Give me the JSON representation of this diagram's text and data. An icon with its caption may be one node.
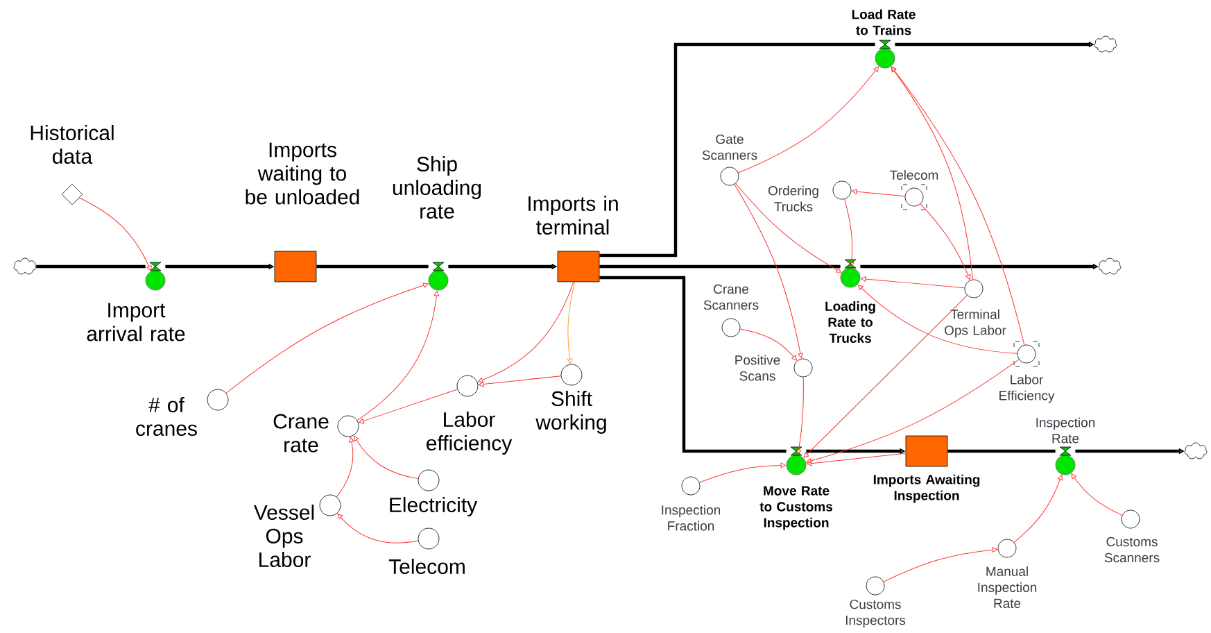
{
  "diagram": {
    "nodes": [
      {
        "text": [],
        "shape": "cloud"
      },
      {
        "text": [
          "Historical data"
        ]
      },
      {
        "text": [
          "Import arrival rate"
        ]
      },
      {
        "text": [
          "Imports waiting to be unloaded"
        ]
      },
      {
        "text": [
          "Ship unloading rate"
        ]
      },
      {
        "text": [
          "Imports in terminal"
        ]
      },
      {
        "text": [
          "# of cranes"
        ]
      },
      {
        "text": [
          "Crane rate"
        ]
      },
      {
        "text": [
          "Labor efficiency"
        ]
      },
      {
        "text": [
          "Shift working"
        ]
      },
      {
        "text": [
          "Electricity"
        ]
      },
      {
        "text": [
          "Vessel Ops Labor"
        ]
      },
      {
        "text": [
          "Telecom"
        ]
      },
      {
        "text": [
          "Load Rate to Trains"
        ]
      },
      {
        "text": [],
        "shape": "cloud"
      },
      {
        "text": [
          "Gate Scanners"
        ]
      },
      {
        "text": [
          "Ordering Trucks"
        ]
      },
      {
        "text": [
          "Telecom"
        ]
      },
      {
        "text": [
          "Loading Rate to Trucks"
        ]
      },
      {
        "text": [],
        "shape": "cloud"
      },
      {
        "text": [
          "Crane Scanners"
        ]
      },
      {
        "text": [
          "Terminal Ops Labor"
        ]
      },
      {
        "text": [
          "Positive Scans"
        ]
      },
      {
        "text": [
          "Labor Efficiency"
        ]
      },
      {
        "text": [
          "Inspection Rate"
        ]
      },
      {
        "text": [
          "Move Rate to Customs Inspection"
        ]
      },
      {
        "text": [
          "Imports Awaiting Inspection"
        ]
      },
      {
        "text": [],
        "shape": "cloud"
      },
      {
        "text": [
          "Inspection Fraction"
        ]
      },
      {
        "text": [
          "Customs Scanners"
        ]
      },
      {
        "text": [
          "Manual Inspection Rate"
        ]
      },
      {
        "text": [
          "Customs Inspectors"
        ]
      }
    ],
    "edges": [
      {
        "from": 0,
        "to": 2,
        "arrow": "none",
        "style": "thick",
        "color": "#000000"
      },
      {
        "from": 2,
        "to": 3,
        "arrow": "to",
        "style": "thick",
        "color": "#000000"
      },
      {
        "from": 3,
        "to": 4,
        "arrow": "none",
        "style": "thick",
        "color": "#000000"
      },
      {
        "from": 4,
        "to": 5,
        "arrow": "to",
        "style": "thick",
        "color": "#000000"
      },
      {
        "from": 5,
        "to": 13,
        "arrow": "none",
        "style": "thick",
        "color": "#000000"
      },
      {
        "from": 13,
        "to": 14,
        "arrow": "to",
        "style": "thick",
        "color": "#000000"
      },
      {
        "from": 5,
        "to": 18,
        "arrow": "none",
        "style": "thick",
        "color": "#000000"
      },
      {
        "from": 18,
        "to": 19,
        "arrow": "to",
        "style": "thick",
        "color": "#000000"
      },
      {
        "from": 5,
        "to": 25,
        "arrow": "none",
        "style": "thick",
        "color": "#000000"
      },
      {
        "from": 25,
        "to": 26,
        "arrow": "to",
        "style": "thick",
        "color": "#000000"
      },
      {
        "from": 26,
        "to": 24,
        "arrow": "none",
        "style": "thick",
        "color": "#000000"
      },
      {
        "from": 24,
        "to": 27,
        "arrow": "to",
        "style": "thick",
        "color": "#000000"
      },
      {
        "from": 1,
        "to": 2,
        "arrow": "to"
      },
      {
        "from": 6,
        "to": 4,
        "arrow": "to"
      },
      {
        "from": 7,
        "to": 4,
        "arrow": "to"
      },
      {
        "from": 5,
        "to": 8,
        "arrow": "to"
      },
      {
        "from": 5,
        "to": 9,
        "arrow": "to",
        "color": "#ff9933"
      },
      {
        "from": 9,
        "to": 8,
        "arrow": "to"
      },
      {
        "from": 8,
        "to": 7,
        "arrow": "to"
      },
      {
        "from": 10,
        "to": 7,
        "arrow": "to"
      },
      {
        "from": 11,
        "to": 7,
        "arrow": "to"
      },
      {
        "from": 12,
        "to": 11,
        "arrow": "to"
      },
      {
        "from": 15,
        "to": 13,
        "arrow": "to"
      },
      {
        "from": 15,
        "to": 18,
        "arrow": "to"
      },
      {
        "from": 15,
        "to": 22,
        "arrow": "to"
      },
      {
        "from": 20,
        "to": 22,
        "arrow": "to"
      },
      {
        "from": 17,
        "to": 16,
        "arrow": "to"
      },
      {
        "from": 16,
        "to": 18,
        "arrow": "to"
      },
      {
        "from": 17,
        "to": 21,
        "arrow": "to"
      },
      {
        "from": 21,
        "to": 18,
        "arrow": "to"
      },
      {
        "from": 21,
        "to": 13,
        "arrow": "to"
      },
      {
        "from": 23,
        "to": 13,
        "arrow": "to"
      },
      {
        "from": 23,
        "to": 18,
        "arrow": "to"
      },
      {
        "from": 21,
        "to": 25,
        "arrow": "to"
      },
      {
        "from": 23,
        "to": 25,
        "arrow": "to"
      },
      {
        "from": 22,
        "to": 25,
        "arrow": "to"
      },
      {
        "from": 28,
        "to": 25,
        "arrow": "to"
      },
      {
        "from": 26,
        "to": 25,
        "arrow": "to"
      },
      {
        "from": 29,
        "to": 24,
        "arrow": "to"
      },
      {
        "from": 30,
        "to": 24,
        "arrow": "to"
      },
      {
        "from": 31,
        "to": 30,
        "arrow": "to"
      }
    ]
  }
}
